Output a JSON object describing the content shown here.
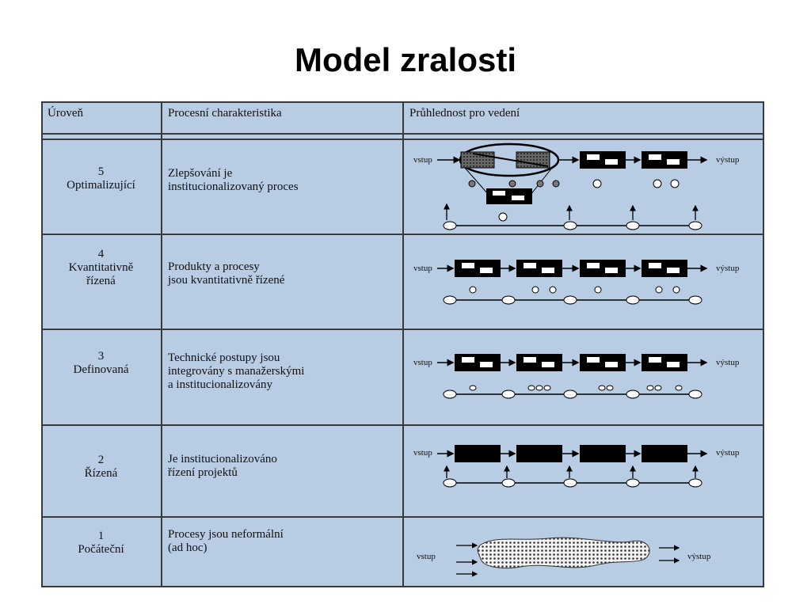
{
  "title": "Model zralosti",
  "header": {
    "col1": "Úroveň",
    "col2": "Procesní charakteristika",
    "col3": "Průhlednost pro vedení"
  },
  "rows": [
    {
      "num": "5",
      "name": "Optimalizující",
      "desc": [
        "Zlepšování je",
        "institucionalizovaný proces"
      ]
    },
    {
      "num": "4",
      "name": [
        "Kvantitativně",
        "řízená"
      ],
      "desc": [
        "Produkty a procesy",
        "jsou kvantitativně řízené"
      ]
    },
    {
      "num": "3",
      "name": "Definovaná",
      "desc": [
        "Technické postupy jsou",
        "integrovány s manažerskými",
        "a institucionalizovány"
      ]
    },
    {
      "num": "2",
      "name": "Řízená",
      "desc": [
        "Je institucionalizováno",
        "řízení projektů"
      ]
    },
    {
      "num": "1",
      "name": "Počáteční",
      "desc": [
        "Procesy jsou neformální",
        "(ad hoc)"
      ]
    }
  ],
  "diagram": {
    "input_label": "vstup",
    "output_label": "výstup"
  },
  "colors": {
    "table_bg": "#b8cce4",
    "grid": "#3a3a3a",
    "box": "#000000"
  }
}
